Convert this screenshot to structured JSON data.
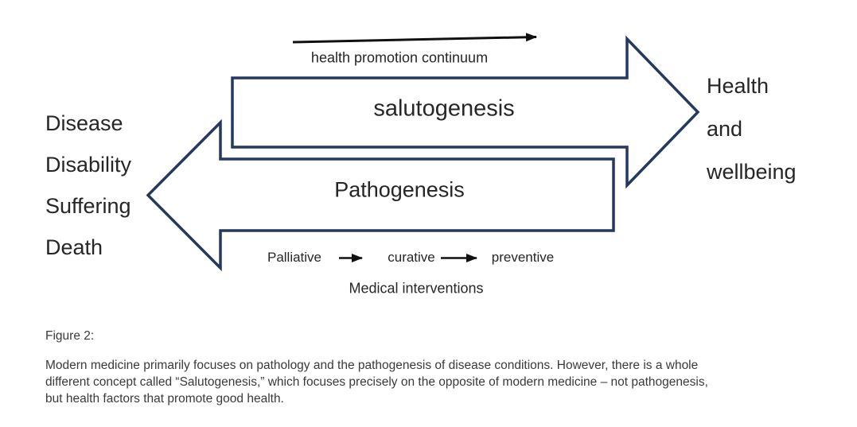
{
  "figure": {
    "left_terms": [
      "Disease",
      "Disability",
      "Suffering",
      "Death"
    ],
    "right_terms": [
      "Health",
      "and",
      "wellbeing"
    ],
    "salutogenesis_arrow_label": "salutogenesis",
    "pathogenesis_arrow_label": "Pathogenesis",
    "health_promotion_label": "health promotion continuum",
    "intervention_steps": [
      "Palliative",
      "curative",
      "preventive"
    ],
    "interventions_label": "Medical interventions"
  },
  "caption": {
    "figure_label": "Figure 2:",
    "line1": "Modern medicine primarily focuses on pathology and the pathogenesis of disease conditions. However, there is a whole",
    "line2": "different concept called “Salutogenesis,” which focuses precisely on the opposite of modern medicine – not pathogenesis,",
    "line3": "but health factors that promote good health."
  },
  "colors": {
    "arrow_outline": "#24395e",
    "thin_arrow": "#111111",
    "diagram_text": "#262626",
    "caption_text": "#3a3a3a"
  }
}
